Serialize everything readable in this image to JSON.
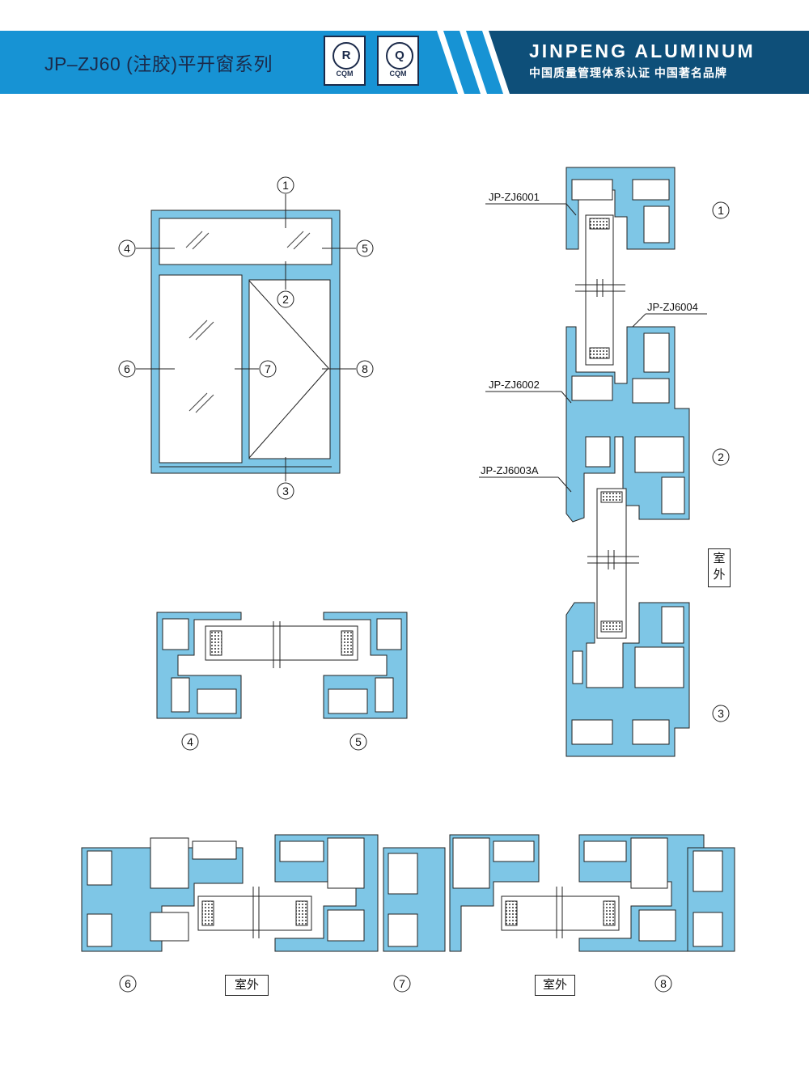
{
  "header": {
    "title": "JP–ZJ60 (注胶)平开窗系列",
    "brand": "JINPENG ALUMINUM",
    "subtitle": "中国质量管理体系认证 中国著名品牌",
    "cert_r_symbol": "R",
    "cert_r_label": "CQM",
    "cert_q_symbol": "Q",
    "cert_q_label": "CQM",
    "colors": {
      "band": "#1793d4",
      "dark": "#0e4f79",
      "profile": "#7ec6e6"
    }
  },
  "elevation": {
    "callouts": [
      "1",
      "2",
      "3",
      "4",
      "5",
      "6",
      "7",
      "8"
    ]
  },
  "section_vertical": {
    "parts": [
      "JP-ZJ6001",
      "JP-ZJ6004",
      "JP-ZJ6002",
      "JP-ZJ6003A"
    ],
    "callouts": [
      "1",
      "2",
      "3"
    ],
    "exterior_label": "室外"
  },
  "section_45": {
    "callouts": [
      "4",
      "5"
    ]
  },
  "section_horizontal": {
    "callouts": [
      "6",
      "7",
      "8"
    ],
    "exterior_label": "室外"
  }
}
